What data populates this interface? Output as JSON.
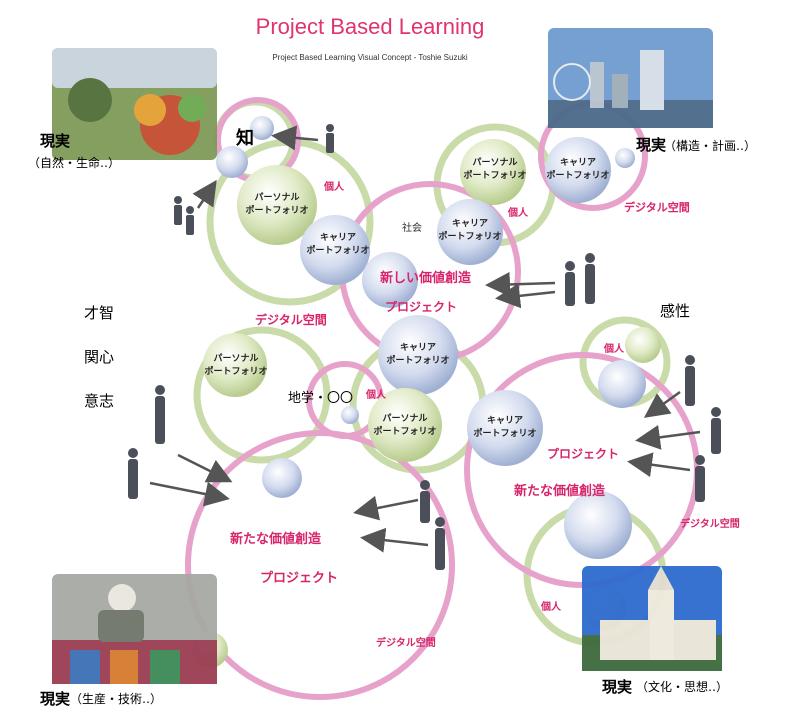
{
  "title": "Project Based Learning",
  "subtitle": "Project Based Learning Visual Concept - Toshie Suzuki",
  "reality_labels": {
    "nature_main": "現実",
    "nature_sub": "（自然・生命‥）",
    "structure_main": "現実",
    "structure_sub": "（構造・計画‥）",
    "production_main": "現実",
    "production_sub": "（生産・技術‥）",
    "culture_main": "現実",
    "culture_sub": "（文化・思想‥）"
  },
  "knowledge": "知",
  "traits_left": [
    "才智",
    "関心",
    "意志"
  ],
  "sensitivity": "感性",
  "kojin": "個人",
  "shakai": "社会",
  "chigaku": "地学・〇〇",
  "digital_space": "デジタル空間",
  "new_value_1": "新しい価値創造",
  "new_value_2": "新たな価値創造",
  "project": "プロジェクト",
  "portfolio": {
    "personal_1": "パーソナル",
    "personal_2": "ポートフォリオ",
    "career_1": "キャリア",
    "career_2": "ポートフォリオ"
  },
  "colors": {
    "accent_pink": "#d8246a",
    "title_pink": "#e0336f",
    "ring_green": "#c8d9a6",
    "ring_pink": "#e9a3cc",
    "bubble_green": "#d7e4b8",
    "bubble_blue": "#c4cfe6"
  }
}
